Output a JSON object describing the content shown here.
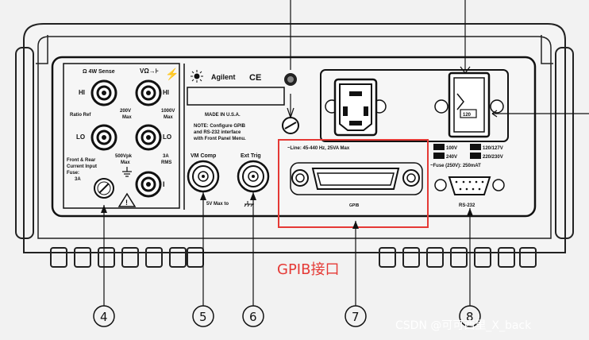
{
  "left_panel": {
    "ohm_4w_sense": "Ω  4W Sense",
    "v_ohm_diode": "VΩ→⊦",
    "hi_left": "HI",
    "hi_right": "HI",
    "lo_left": "LO",
    "lo_right": "LO",
    "ratio_ref": "Ratio Ref",
    "v200_max_line1": "200V",
    "v200_max_line2": "Max",
    "v1000_max_line1": "1000V",
    "v1000_max_line2": "Max",
    "v500pk_line1": "500Vpk",
    "v500pk_line2": "Max",
    "fuse_label_line1": "Front & Rear",
    "fuse_label_line2": "Current Input",
    "fuse_label_line3": "Fuse:",
    "fuse_label_line4": "3A",
    "rms_line1": "3A",
    "rms_line2": "RMS",
    "current_terminal": "I"
  },
  "middle_panel": {
    "brand": "Agilent",
    "ce_mark": "CE",
    "made_in": "MADE IN U.S.A.",
    "note_line1": "NOTE: Configure GPIB",
    "note_line2": "and RS-232 interface",
    "note_line3": "with Front Panel Menu.",
    "vm_comp": "VM Comp",
    "ext_trig": "Ext Trig",
    "max_label": "5V Max  to"
  },
  "right_panel": {
    "line_spec": "~Line: 45-440 Hz, 25VA Max",
    "v100": "100V",
    "v120_127": "120/127V",
    "v240": "240V",
    "v220_230": "220/230V",
    "fuse_spec": "~Fuse (250V): 250mAT",
    "gpib_port_label": "GPIB",
    "rs232_label": "RS-232",
    "voltage_selector": "120"
  },
  "annotation": {
    "gpib_interface": "GPIB接口",
    "gpib_box_color": "#e53935"
  },
  "callouts": [
    "4",
    "5",
    "6",
    "7",
    "8"
  ],
  "watermark": "CSDN @可可西里_X_back"
}
